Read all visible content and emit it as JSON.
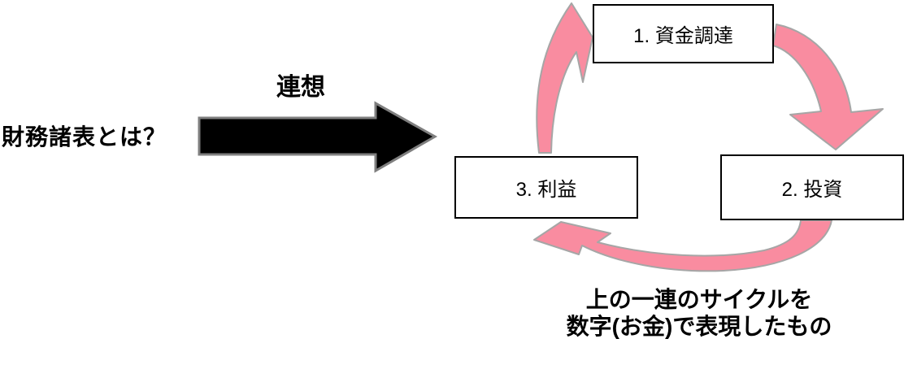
{
  "question": {
    "label": "財務諸表とは？"
  },
  "association": {
    "label": "連想"
  },
  "cycle": {
    "boxes": [
      {
        "label": "1. 資金調達"
      },
      {
        "label": "2. 投資"
      },
      {
        "label": "3. 利益"
      }
    ]
  },
  "caption": {
    "line1": "上の一連のサイクルを",
    "line2": "数字(お金)で表現したもの"
  },
  "colors": {
    "cycle_arrow_fill": "#F98CA0",
    "cycle_arrow_outline": "#A6A6A6",
    "black_arrow_fill": "#000000",
    "black_arrow_outline": "#7F7F7F",
    "box_border": "#000000",
    "text": "#000000",
    "background": "#ffffff"
  }
}
